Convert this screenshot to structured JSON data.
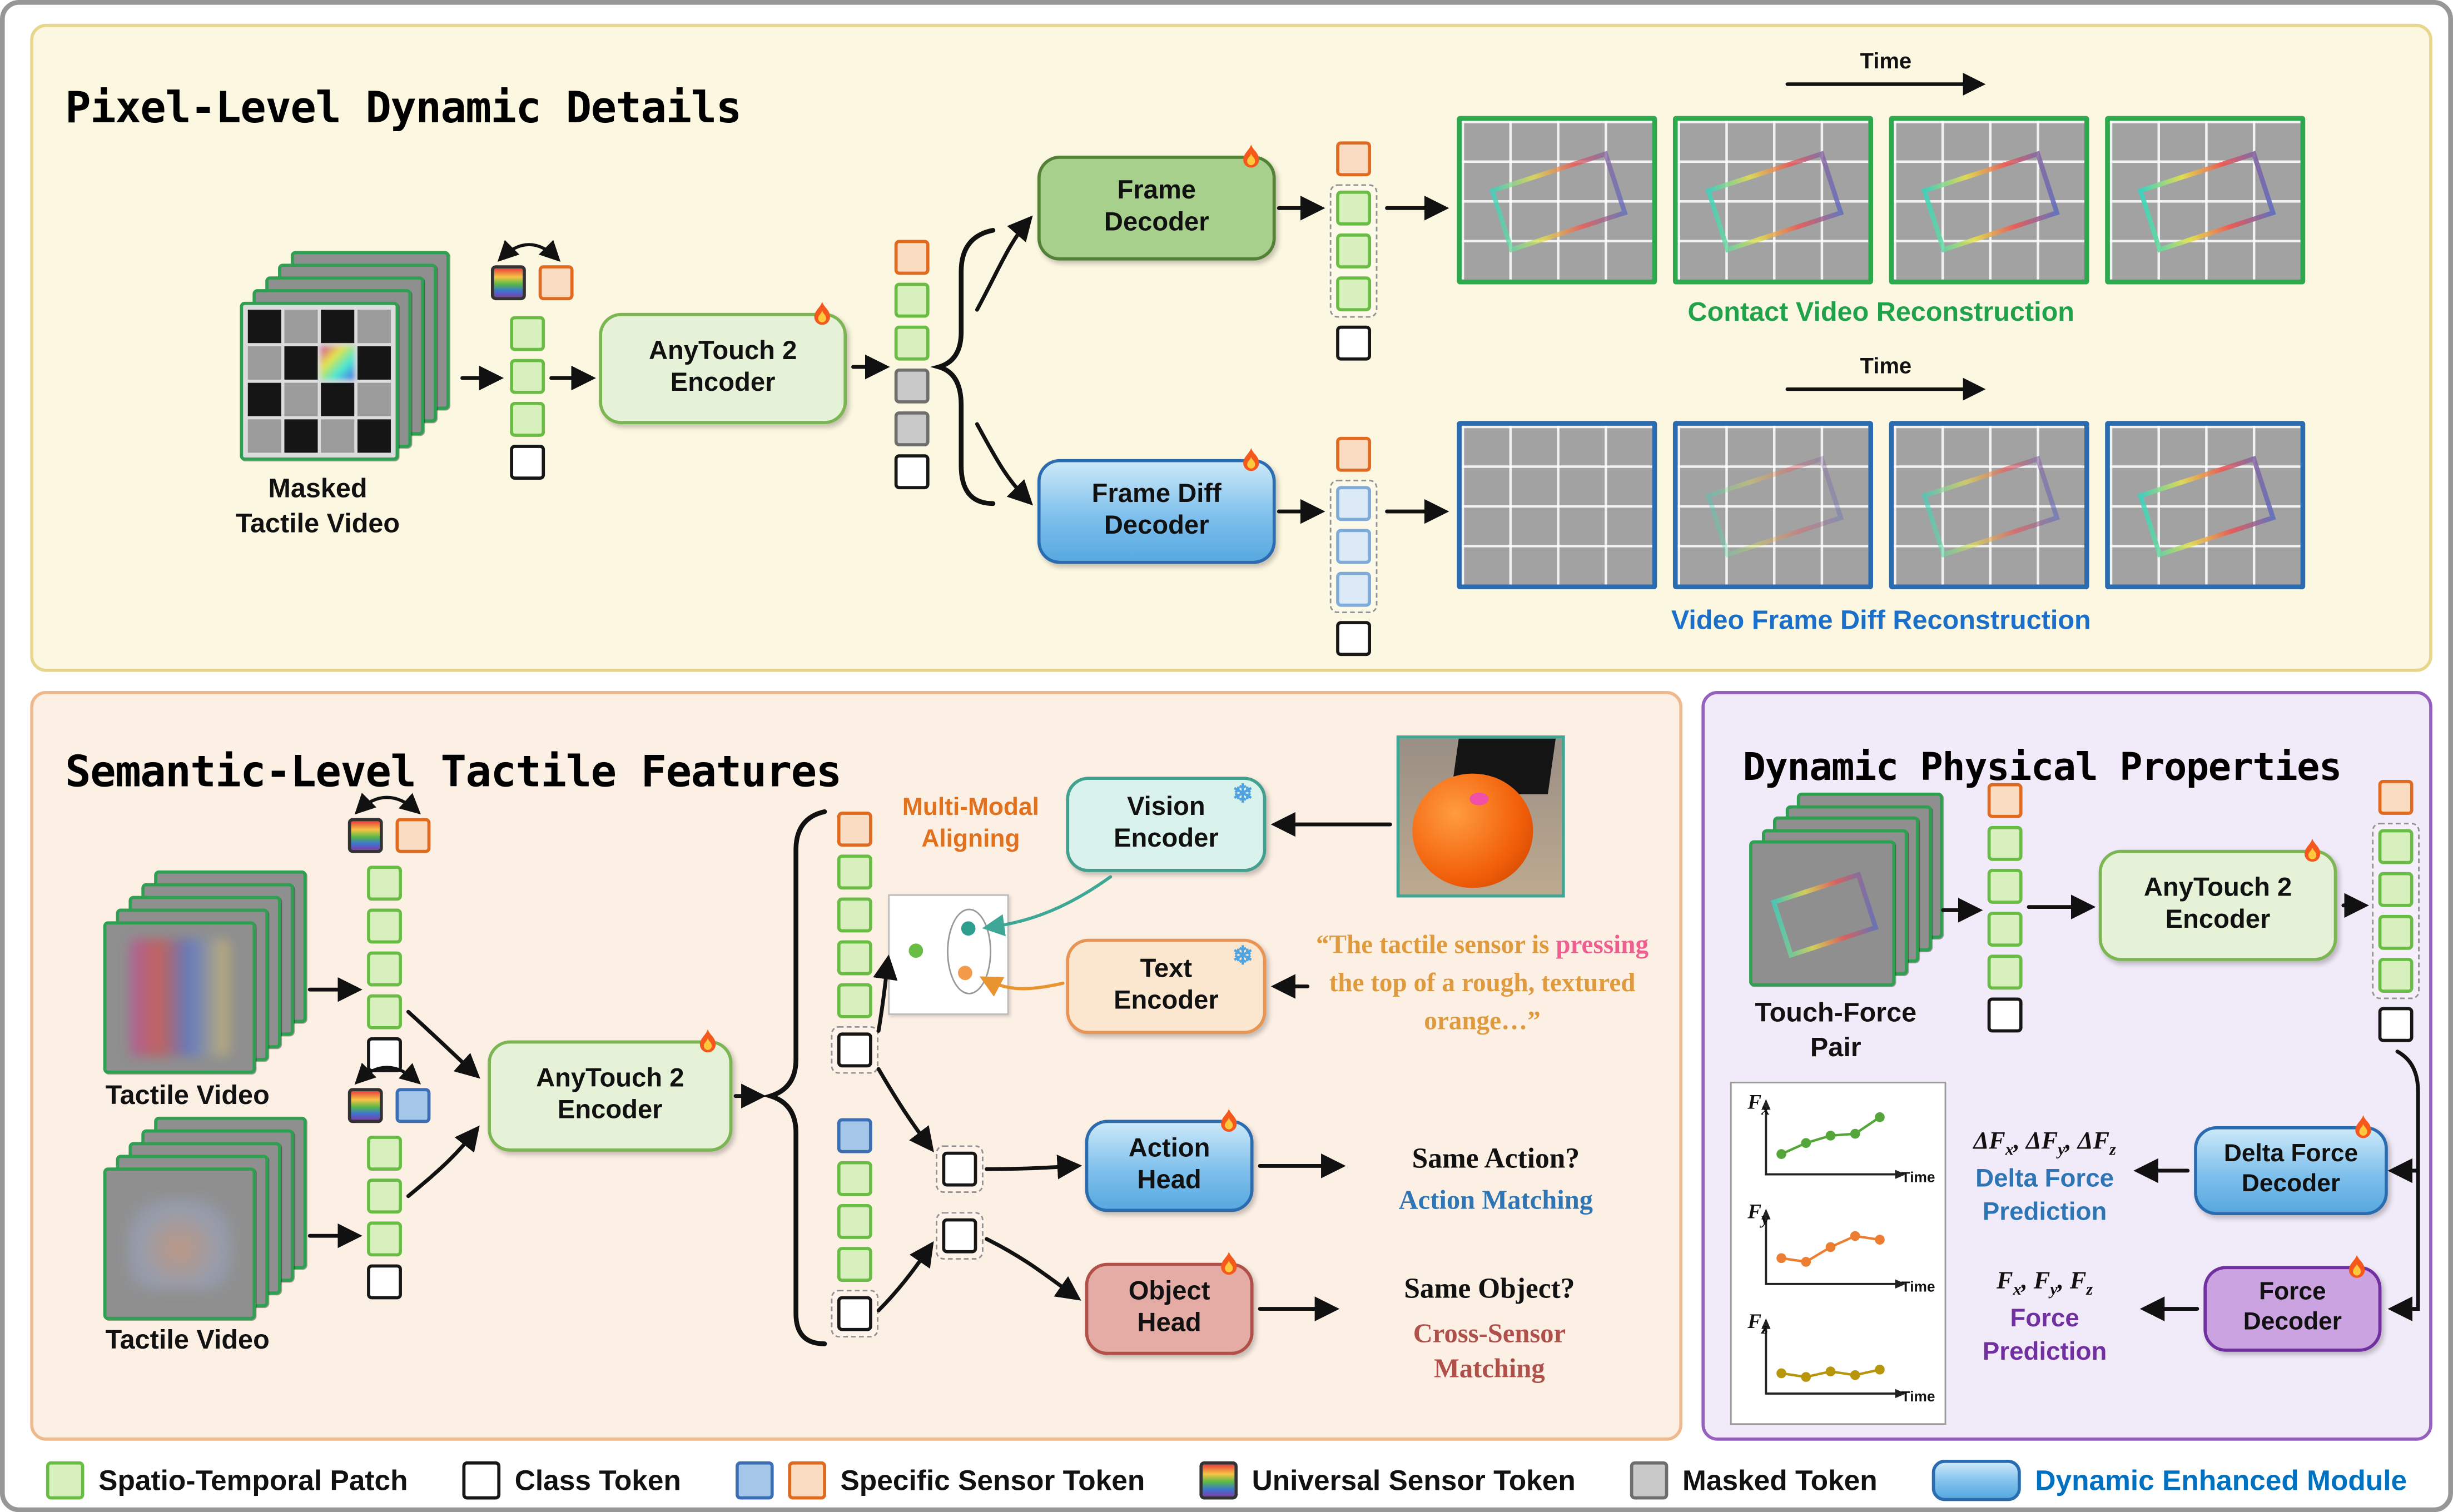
{
  "shared": {
    "encoder_label": "AnyTouch 2\nEncoder",
    "time_label": "Time"
  },
  "pixel": {
    "title": "Pixel-Level Dynamic Details",
    "masked_video_label": "Masked\nTactile Video",
    "frame_decoder_label": "Frame\nDecoder",
    "frame_diff_decoder_label": "Frame Diff\nDecoder",
    "contact_caption": "Contact Video Reconstruction",
    "diff_caption": "Video Frame Diff Reconstruction",
    "tokens_in_pair": [
      {
        "t": "universal"
      },
      {
        "t": "orange"
      }
    ],
    "tokens_in": [
      {
        "t": "green"
      },
      {
        "t": "green"
      },
      {
        "t": "green"
      },
      {
        "t": "black"
      }
    ],
    "tokens_out": [
      {
        "t": "orange"
      },
      {
        "t": "green"
      },
      {
        "t": "green"
      },
      {
        "t": "gray"
      },
      {
        "t": "gray"
      },
      {
        "t": "black"
      }
    ],
    "tokens_contact": [
      {
        "t": "orange"
      },
      {
        "t": "green",
        "d": true
      },
      {
        "t": "green",
        "d": true
      },
      {
        "t": "green",
        "d": true
      },
      {
        "t": "black"
      }
    ],
    "tokens_diff": [
      {
        "t": "orange"
      },
      {
        "t": "lightblue",
        "d": true
      },
      {
        "t": "lightblue",
        "d": true
      },
      {
        "t": "lightblue",
        "d": true
      },
      {
        "t": "black"
      }
    ],
    "contact_frames": {
      "border": "#2EA84C",
      "opacities": [
        0.75,
        0.8,
        0.85,
        0.9
      ]
    },
    "diff_frames": {
      "border": "#2B6CB0",
      "opacities": [
        0,
        0.35,
        0.6,
        0.85
      ]
    }
  },
  "semantic": {
    "title": "Semantic-Level Tactile Features",
    "tactile_video_label": "Tactile Video",
    "multimodal_label": "Multi-Modal\nAligning",
    "vision_encoder_label": "Vision\nEncoder",
    "text_encoder_label": "Text\nEncoder",
    "quote_before": "“The tactile sensor is ",
    "quote_highlight": "pressing",
    "quote_after": " the top of a rough, textured orange…”",
    "action_head_label": "Action\nHead",
    "object_head_label": "Object\nHead",
    "same_action": "Same Action?",
    "action_matching": "Action Matching",
    "same_object": "Same Object?",
    "cross_sensor_matching": "Cross-Sensor\nMatching",
    "tokens_pair1": [
      {
        "t": "universal"
      },
      {
        "t": "orange"
      }
    ],
    "tokens_col1": [
      {
        "t": "green"
      },
      {
        "t": "green"
      },
      {
        "t": "green"
      },
      {
        "t": "green"
      },
      {
        "t": "black"
      }
    ],
    "tokens_pair2": [
      {
        "t": "universal"
      },
      {
        "t": "blue"
      }
    ],
    "tokens_col2": [
      {
        "t": "green"
      },
      {
        "t": "green"
      },
      {
        "t": "green"
      },
      {
        "t": "black"
      }
    ],
    "tokens_mid": [
      {
        "t": "orange"
      },
      {
        "t": "green"
      },
      {
        "t": "green"
      },
      {
        "t": "green"
      },
      {
        "t": "green"
      },
      {
        "t": "black",
        "d": true
      },
      {
        "gap": 18
      },
      {
        "t": "blue"
      },
      {
        "t": "green"
      },
      {
        "t": "green"
      },
      {
        "t": "green"
      },
      {
        "t": "black",
        "d": true
      }
    ],
    "tokens_classA": [
      {
        "t": "black",
        "d": true
      }
    ],
    "tokens_classB": [
      {
        "t": "black",
        "d": true
      }
    ]
  },
  "physical": {
    "title": "Dynamic Physical Properties",
    "touch_force_label": "Touch-Force\nPair",
    "delta_decoder_label": "Delta Force\nDecoder",
    "force_decoder_label": "Force\nDecoder",
    "delta_math": "ΔF_x, ΔF_y, ΔF_z",
    "delta_pred": "Delta Force\nPrediction",
    "force_math": "F_x, F_y, F_z",
    "force_pred": "Force\nPrediction",
    "tokens_in": [
      {
        "t": "orange"
      },
      {
        "t": "green"
      },
      {
        "t": "green"
      },
      {
        "t": "green"
      },
      {
        "t": "green"
      },
      {
        "t": "black"
      }
    ],
    "tokens_out": [
      {
        "t": "orange"
      },
      {
        "t": "green",
        "d": true
      },
      {
        "t": "green",
        "d": true
      },
      {
        "t": "green",
        "d": true
      },
      {
        "t": "green",
        "d": true
      },
      {
        "t": "black"
      }
    ]
  },
  "chart_data": {
    "type": "line",
    "xlabel": "Time",
    "x": [
      1,
      2,
      3,
      4,
      5
    ],
    "charts": [
      {
        "label": "F_x",
        "color": "#55A63A",
        "values": [
          1.1,
          1.7,
          2.1,
          2.2,
          3.1
        ]
      },
      {
        "label": "F_y",
        "color": "#ED7D31",
        "values": [
          1.4,
          1.2,
          2.0,
          2.6,
          2.4
        ]
      },
      {
        "label": "F_z",
        "color": "#B8960C",
        "values": [
          1.1,
          0.9,
          1.2,
          1.0,
          1.3
        ]
      }
    ]
  },
  "masked_pattern": [
    "b",
    "g",
    "b",
    "g",
    "g",
    "b",
    "c",
    "b",
    "b",
    "g",
    "b",
    "g",
    "g",
    "b",
    "g",
    "b"
  ],
  "legend": {
    "items": [
      {
        "swatches": [
          "green"
        ],
        "label": "Spatio-Temporal Patch"
      },
      {
        "swatches": [
          "black"
        ],
        "label": "Class Token"
      },
      {
        "swatches": [
          "blue",
          "orange"
        ],
        "label": "Specific Sensor Token"
      },
      {
        "swatches": [
          "universal"
        ],
        "label": "Universal Sensor Token"
      },
      {
        "swatches": [
          "gray"
        ],
        "label": "Masked Token"
      },
      {
        "swatches": [
          "module"
        ],
        "label": "Dynamic Enhanced Module",
        "label_color": "#0070C0"
      }
    ]
  }
}
